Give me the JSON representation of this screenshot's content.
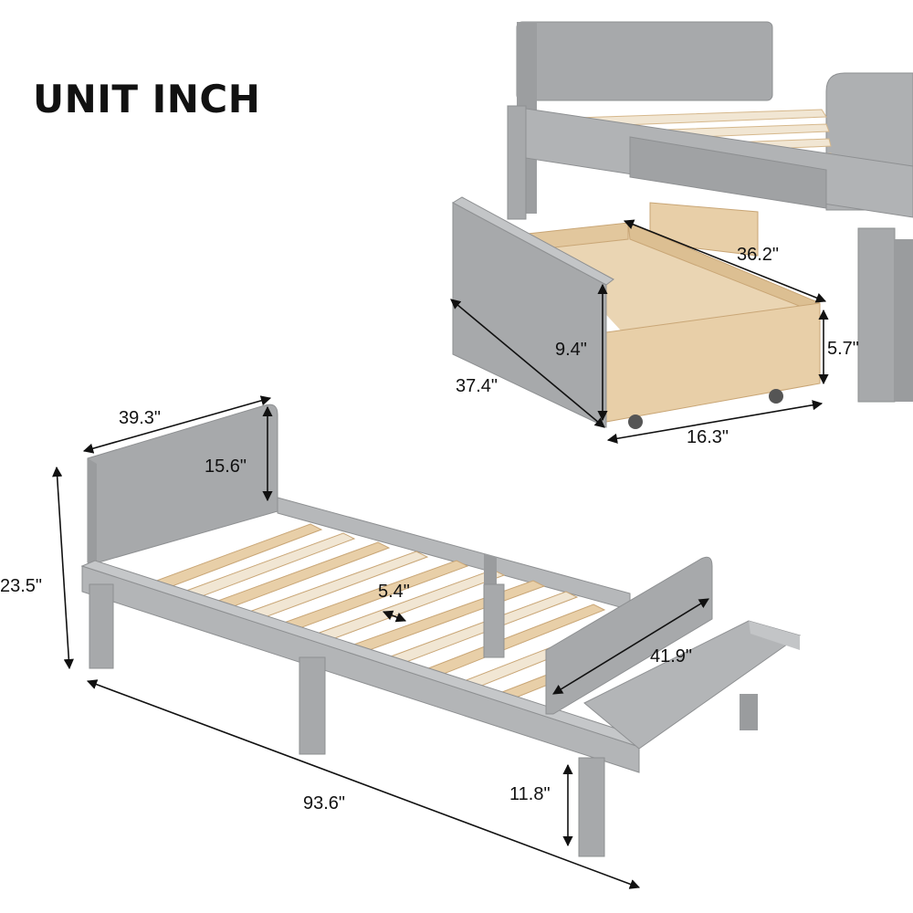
{
  "title": "UNIT INCH",
  "colors": {
    "frame": "#a7a9ab",
    "frame_shadow": "#8e9092",
    "frame_light": "#c3c5c7",
    "wood": "#e8cfa8",
    "wood_dark": "#d6b88c",
    "slat_light": "#f1e6d3",
    "dimension_line": "#111111"
  },
  "dimensions": {
    "headboard_width": "39.3\"",
    "headboard_height": "15.6\"",
    "total_height": "23.5\"",
    "slat_gap": "5.4\"",
    "footboard_width": "41.9\"",
    "overall_length": "93.6\"",
    "clearance": "11.8\"",
    "drawer_length": "36.2\"",
    "drawer_depth": "37.4\"",
    "drawer_front_height": "9.4\"",
    "drawer_side_height": "5.7\"",
    "drawer_width": "16.3\""
  }
}
